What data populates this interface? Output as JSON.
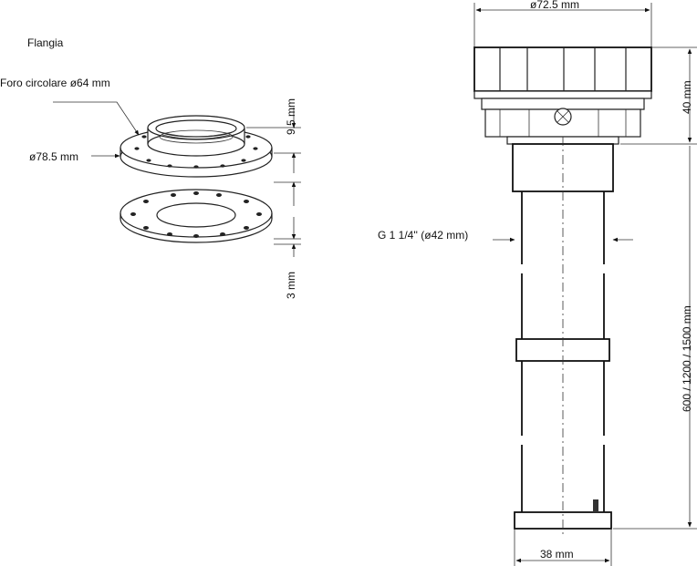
{
  "labels": {
    "flangia": "Flangia",
    "foro": "Foro circolare ø64 mm",
    "dia_flange": "ø78.5 mm",
    "thick_top": "9.5 mm",
    "thick_gasket": "3 mm",
    "dia_top": "ø72.5 mm",
    "height_head": "40 mm",
    "thread": "G 1 1/4'' (ø42 mm)",
    "length": "600 / 1200 / 1500 mm",
    "tube_dia": "38 mm"
  }
}
